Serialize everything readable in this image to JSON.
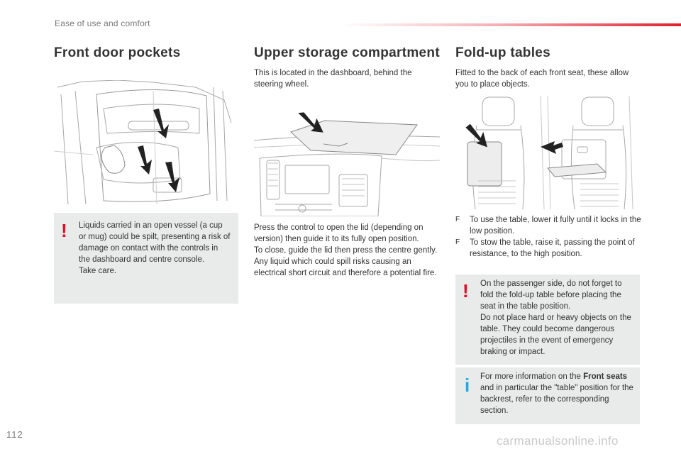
{
  "header": {
    "section": "Ease of use and comfort"
  },
  "columns": [
    {
      "title": "Front door pockets",
      "illustration_icon": "door-pocket-illustration",
      "warning": "Liquids carried in an open vessel (a cup or mug) could be spilt, presenting a risk of damage on contact with the controls in the dashboard and centre console.\nTake care."
    },
    {
      "title": "Upper storage compartment",
      "intro": "This is located in the dashboard, behind the steering wheel.",
      "illustration_icon": "dashboard-compartment-illustration",
      "body": "Press the control to open the lid (depending on version) then guide it to its fully open position.\nTo close, guide the lid then press the centre gently.\nAny liquid which could spill risks causing an electrical short circuit and therefore a potential fire."
    },
    {
      "title": "Fold-up tables",
      "intro": "Fitted to the back of each front seat, these allow you to place objects.",
      "illustration_icon": "seat-table-illustration",
      "bullets": [
        "To use the table, lower it fully until it locks in the low position.",
        "To stow the table, raise it, passing the point of resistance, to the high position."
      ],
      "warning": "On the passenger side, do not forget to fold the fold-up table before placing the seat in the table position.\nDo not place hard or heavy objects on the table. They could become dangerous projectiles in the event of emergency braking or impact.",
      "info_prefix": "For more information on the ",
      "info_bold": "Front seats",
      "info_suffix": " and in particular the \"table\" position for the backrest, refer to the corresponding section."
    }
  ],
  "footer": {
    "page_number": "112",
    "watermark": "carmanualsonline.info"
  },
  "icons": {
    "warning": "!",
    "info": "i",
    "bullet": "F",
    "warning_color": "#e30b24",
    "info_color": "#2aa6de",
    "accent": "#e0202e"
  }
}
